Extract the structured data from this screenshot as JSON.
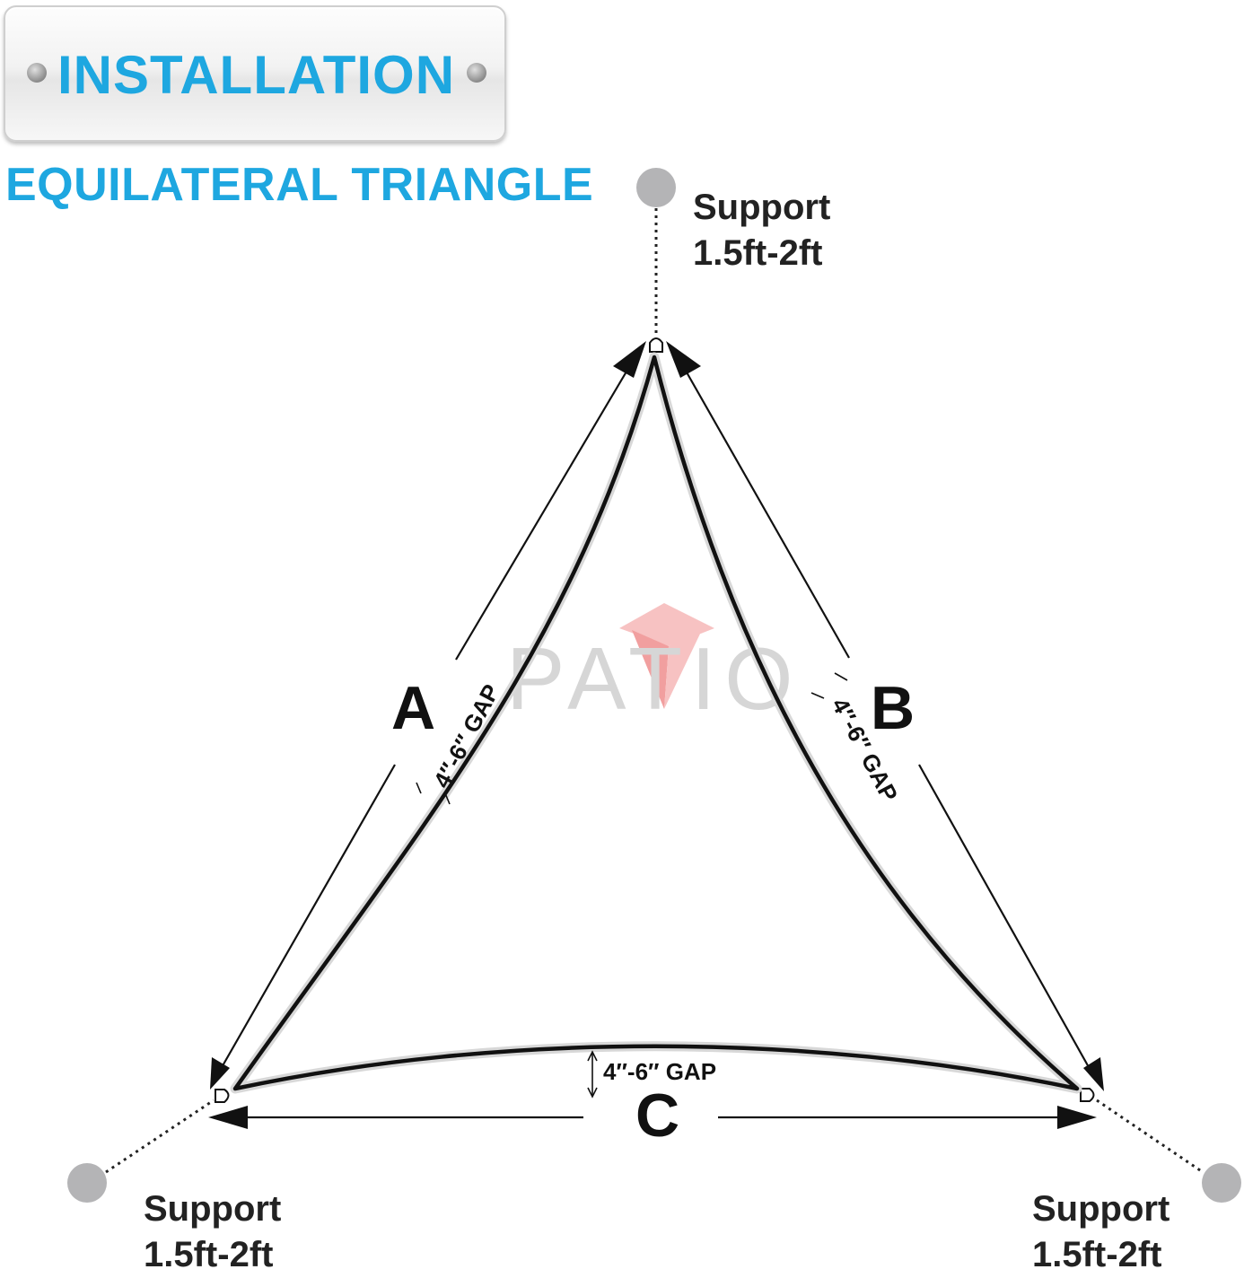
{
  "header": {
    "plate_title": "INSTALLATION",
    "subtitle": "EQUILATERAL TRIANGLE"
  },
  "supports": [
    {
      "label": "Support",
      "distance": "1.5ft-2ft"
    },
    {
      "label": "Support",
      "distance": "1.5ft-2ft"
    },
    {
      "label": "Support",
      "distance": "1.5ft-2ft"
    }
  ],
  "sides": {
    "a": "A",
    "b": "B",
    "c": "C"
  },
  "gaps": {
    "a": "4″-6″ GAP",
    "b": "4″-6″ GAP",
    "c": "4″-6″ GAP"
  },
  "watermark": "PATIO",
  "colors": {
    "accent": "#1ea7e0",
    "support_dot": "#b4b4b6",
    "watermark_text": "#cfcfcf",
    "watermark_logo": "#f2a6a6"
  }
}
